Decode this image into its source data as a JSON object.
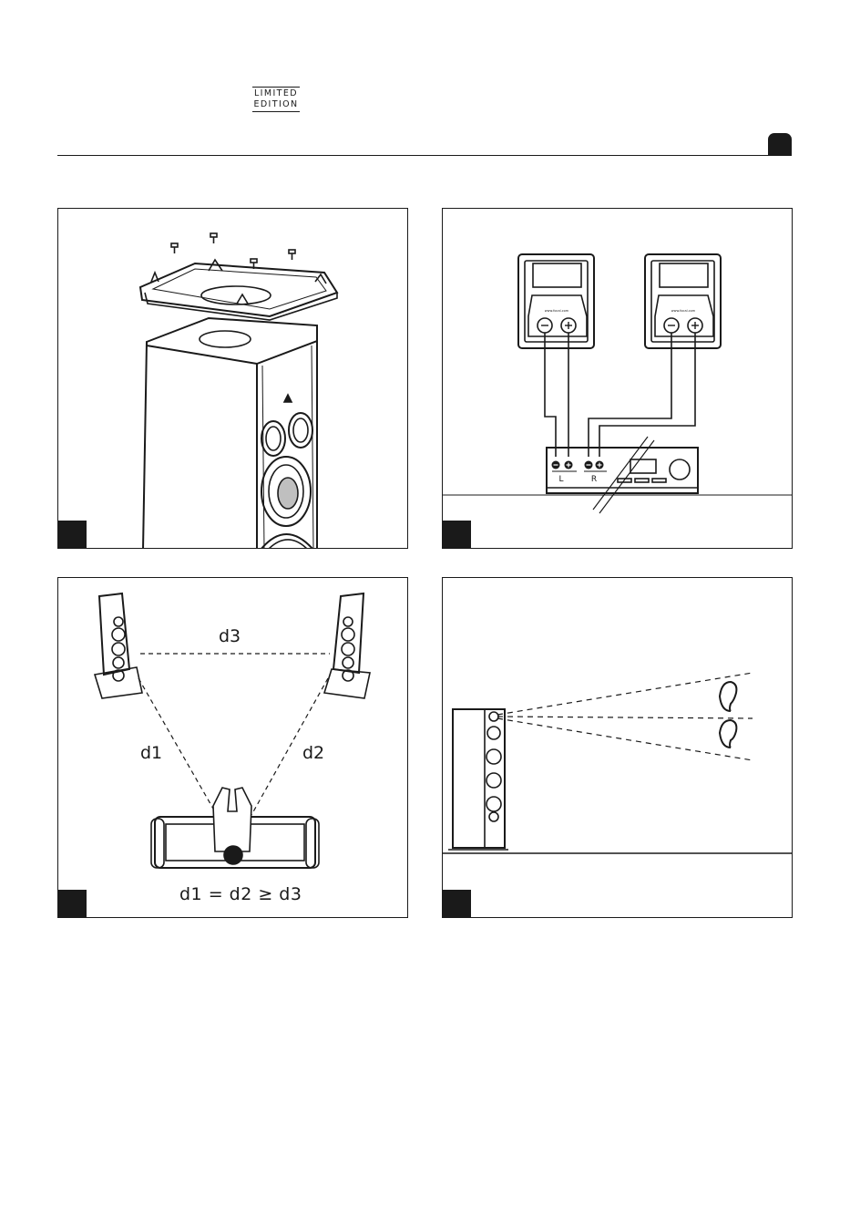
{
  "header": {
    "logo_line1": "LIMITED",
    "logo_line2": "EDITION"
  },
  "figure2": {
    "url_label_left": "www.focal.com",
    "url_label_right": "www.focal.com",
    "channel_left": "L",
    "channel_right": "R"
  },
  "figure3": {
    "label_d1": "d1",
    "label_d2": "d2",
    "label_d3": "d3",
    "formula": "d1 = d2 ≥ d3"
  }
}
